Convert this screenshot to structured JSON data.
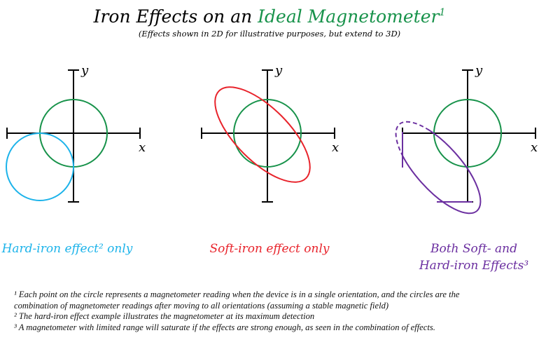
{
  "title": {
    "part1": "Iron Effects on an ",
    "part2": "Ideal Magnetometer",
    "sup": "1"
  },
  "subtitle": "(Effects shown in 2D for illustrative purposes, but extend to 3D)",
  "axis_labels": {
    "x": "x",
    "y": "y"
  },
  "panels": [
    {
      "label": "Hard-iron effect² only",
      "color": "#1cb3ea"
    },
    {
      "label": "Soft-iron effect only",
      "color": "#e8232b"
    },
    {
      "label_line1": "Both Soft- and",
      "label_line2": "Hard-iron Effects³",
      "color": "#6b2fa0"
    }
  ],
  "colors": {
    "ideal": "#17924a",
    "axis": "#000000"
  },
  "footnotes": [
    "¹ Each point on the circle represents a magnetometer reading when the device is in a single orientation, and the circles are the",
    "combination of magnetometer readings after moving to all orientations (assuming a stable magnetic field)",
    "² The hard-iron effect example illustrates the magnetometer at its maximum detection",
    "³ A magnetometer with limited range will saturate if the effects are strong enough, as seen in the combination of effects."
  ]
}
